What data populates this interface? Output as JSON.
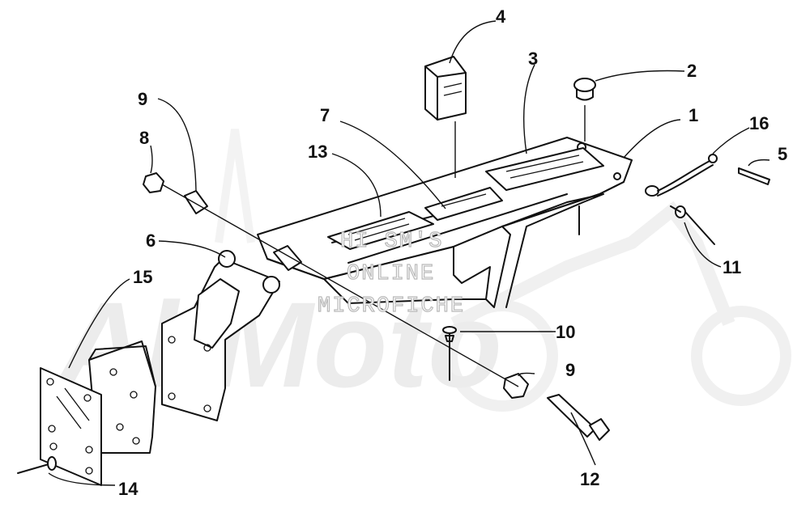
{
  "watermark": {
    "lines": [
      "HI SM'S",
      "ONLINE",
      "MICROFICHE"
    ],
    "logo": "AllMoto"
  },
  "callouts": [
    {
      "id": "c1",
      "label": "1"
    },
    {
      "id": "c2",
      "label": "2"
    },
    {
      "id": "c3",
      "label": "3"
    },
    {
      "id": "c4",
      "label": "4"
    },
    {
      "id": "c5",
      "label": "5"
    },
    {
      "id": "c6",
      "label": "6"
    },
    {
      "id": "c7",
      "label": "7"
    },
    {
      "id": "c8",
      "label": "8"
    },
    {
      "id": "c9a",
      "label": "9"
    },
    {
      "id": "c9b",
      "label": "9"
    },
    {
      "id": "c10",
      "label": "10"
    },
    {
      "id": "c11",
      "label": "11"
    },
    {
      "id": "c12",
      "label": "12"
    },
    {
      "id": "c13",
      "label": "13"
    },
    {
      "id": "c14",
      "label": "14"
    },
    {
      "id": "c15",
      "label": "15"
    },
    {
      "id": "c16",
      "label": "16"
    }
  ]
}
